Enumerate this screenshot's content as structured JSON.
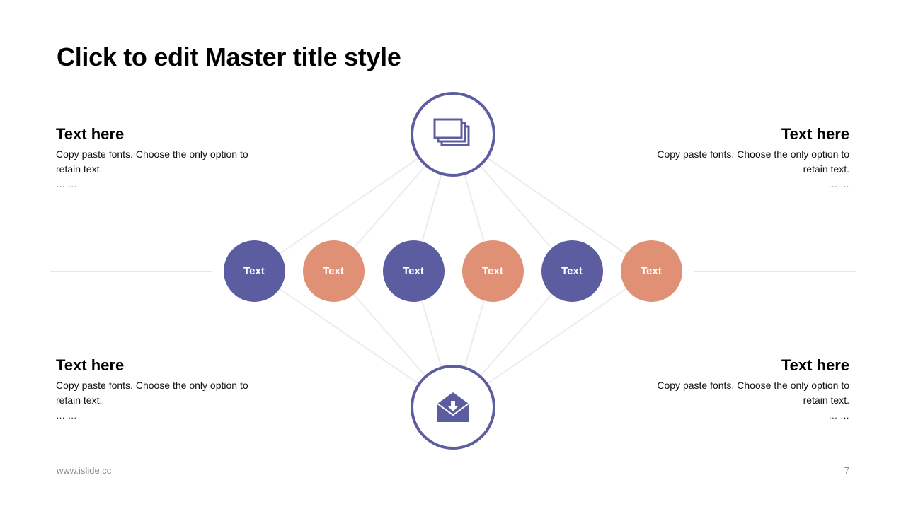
{
  "title": "Click to edit Master title style",
  "colors": {
    "purple": "#5c5ca0",
    "salmon": "#e09075",
    "line": "#e6e6e6"
  },
  "blocks": {
    "top_left": {
      "heading": "Text here",
      "body": "Copy paste fonts. Choose the only option to retain text.",
      "dots": "… …"
    },
    "top_right": {
      "heading": "Text here",
      "body": "Copy paste fonts. Choose the only option to retain text.",
      "dots": "… …"
    },
    "bottom_left": {
      "heading": "Text here",
      "body": "Copy paste fonts. Choose the only option to retain text.",
      "dots": "… …"
    },
    "bottom_right": {
      "heading": "Text here",
      "body": "Copy paste fonts. Choose the only option to retain text.",
      "dots": "… …"
    }
  },
  "hubs": {
    "top": {
      "icon": "stacked-windows-icon"
    },
    "bottom": {
      "icon": "inbox-envelope-icon"
    }
  },
  "nodes": [
    {
      "label": "Text",
      "color": "purple"
    },
    {
      "label": "Text",
      "color": "salmon"
    },
    {
      "label": "Text",
      "color": "purple"
    },
    {
      "label": "Text",
      "color": "salmon"
    },
    {
      "label": "Text",
      "color": "purple"
    },
    {
      "label": "Text",
      "color": "salmon"
    }
  ],
  "footer": {
    "website": "www.islide.cc",
    "page_number": "7"
  }
}
